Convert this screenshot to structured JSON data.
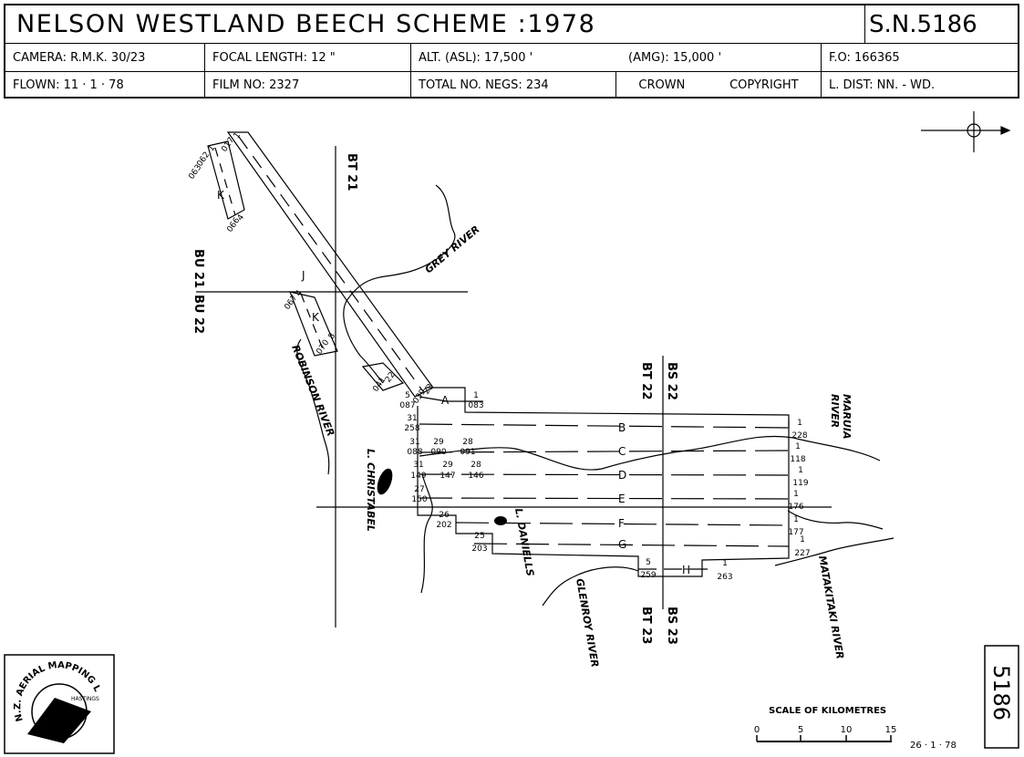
{
  "header": {
    "title": "NELSON  WESTLAND  BEECH  SCHEME  :1978",
    "sheet_number": "S.N.5186",
    "camera": "CAMERA: R.M.K. 30/23",
    "focal_length": "FOCAL LENGTH: 12 \"",
    "altitude_asl": "ALT. (ASL): 17,500 '",
    "altitude_amg": "(AMG): 15,000 '",
    "fo": "F.O: 166365",
    "flown": "FLOWN: 11 · 1 · 78",
    "film_no": "FILM NO: 2327",
    "total_negs": "TOTAL NO. NEGS: 234",
    "crown": "CROWN",
    "copyright": "COPYRIGHT",
    "l_dist": "L. DIST: NN. - WD."
  },
  "grid_labels": {
    "bt21": "BT 21",
    "bu21": "BU 21",
    "bu22": "BU 22",
    "bt22": "BT 22",
    "bs22": "BS 22",
    "bt23": "BT 23",
    "bs23": "BS 23"
  },
  "rivers": {
    "grey": "GREY RIVER",
    "robinson": "ROBINSON RIVER",
    "maruia_1": "MARUIA",
    "maruia_2": "RIVER",
    "matakitaki": "MATAKITAKI RIVER",
    "glenroy": "GLENROY RIVER"
  },
  "lakes": {
    "christabel": "L. CHRISTABEL",
    "daniells": "L. DANIELLS"
  },
  "strips": {
    "A": {
      "label": "A",
      "start_top": "5",
      "start_bottom": "087",
      "end_top": "1",
      "end_bottom": "083"
    },
    "B": {
      "label": "B",
      "start_top": "31",
      "start_bottom": "258",
      "end_top": "1",
      "end_bottom": "228"
    },
    "C": {
      "label": "C",
      "start_top": "31",
      "start_bottom": "088",
      "mid1_top": "29",
      "mid1_bottom": "090",
      "mid2_top": "28",
      "mid2_bottom": "091",
      "end_top": "1",
      "end_bottom": "118"
    },
    "D": {
      "label": "D",
      "start_top": "31",
      "start_bottom": "149",
      "mid1_top": "29",
      "mid1_bottom": "147",
      "mid2_top": "28",
      "mid2_bottom": "146",
      "end_top": "1",
      "end_bottom": "119"
    },
    "E": {
      "label": "E",
      "start_top": "27",
      "start_bottom": "150",
      "end_top": "1",
      "end_bottom": "176"
    },
    "F": {
      "label": "F",
      "start_top": "26",
      "start_bottom": "202",
      "end_top": "1",
      "end_bottom": "177"
    },
    "G": {
      "label": "G",
      "start_top": "25",
      "start_bottom": "203",
      "end_top": "1",
      "end_bottom": "227"
    },
    "H": {
      "label": "H",
      "start_top": "5",
      "start_bottom": "259",
      "end_top": "1",
      "end_bottom": "263"
    },
    "J": {
      "label": "J",
      "top_top": "1",
      "top_bottom": "017",
      "bottom_top": "22",
      "bottom_bottom": "041",
      "bottom2_top": "23",
      "bottom2_bottom": "039"
    },
    "K1": {
      "label": "K",
      "a_top": "1",
      "a_bottom": "062",
      "b_bottom": "063",
      "c_top": "4",
      "c_bottom": "066"
    },
    "K2": {
      "label": "K",
      "a_top": "4",
      "a_bottom": "067",
      "b_top": "8",
      "b_bottom": "070"
    }
  },
  "logo": {
    "text": "N.Z. AERIAL MAPPING LTD",
    "place": "HASTINGS"
  },
  "sheet_side_number": "5186",
  "scale": {
    "title": "SCALE   OF  KILOMETRES",
    "ticks": [
      "0",
      "5",
      "10",
      "15"
    ]
  },
  "date": "26 · 1 · 78"
}
